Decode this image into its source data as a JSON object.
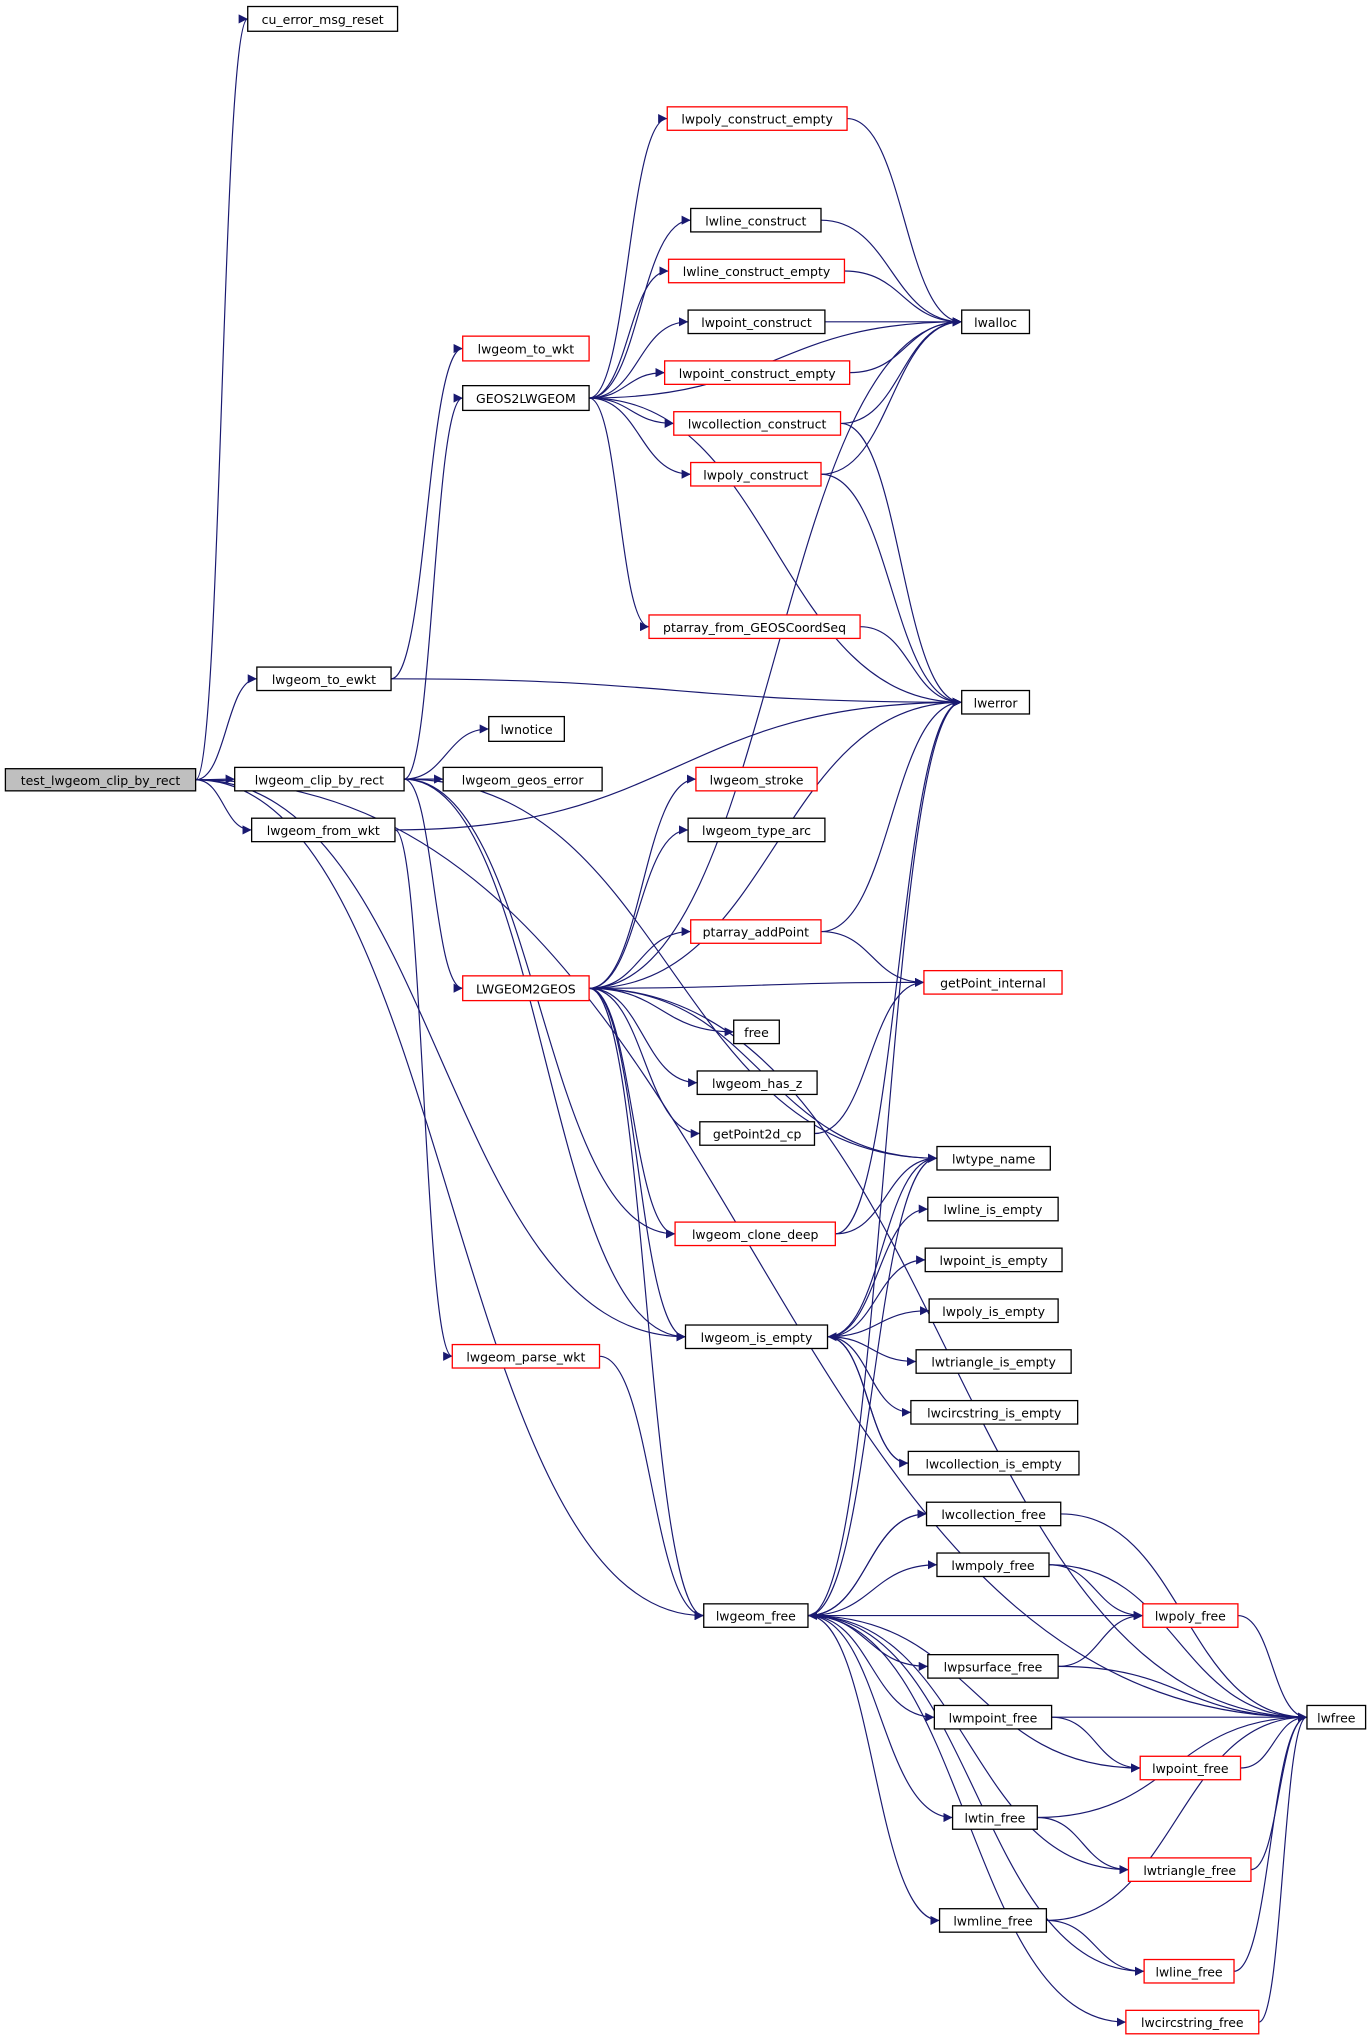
{
  "colors": {
    "edge": "#191970",
    "incomplete_border": "#ff0000",
    "root_fill": "#bfbfbf"
  },
  "nodes": [
    {
      "id": "test_lwgeom_clip_by_rect",
      "label": "test_lwgeom_clip_by_rect",
      "root": true
    },
    {
      "id": "cu_error_msg_reset",
      "label": "cu_error_msg_reset"
    },
    {
      "id": "lwgeom_to_ewkt",
      "label": "lwgeom_to_ewkt"
    },
    {
      "id": "lwgeom_clip_by_rect",
      "label": "lwgeom_clip_by_rect"
    },
    {
      "id": "lwgeom_from_wkt",
      "label": "lwgeom_from_wkt"
    },
    {
      "id": "lwgeom_to_wkt",
      "label": "lwgeom_to_wkt",
      "red": true
    },
    {
      "id": "GEOS2LWGEOM",
      "label": "GEOS2LWGEOM"
    },
    {
      "id": "lwnotice",
      "label": "lwnotice"
    },
    {
      "id": "lwgeom_geos_error",
      "label": "lwgeom_geos_error"
    },
    {
      "id": "LWGEOM2GEOS",
      "label": "LWGEOM2GEOS",
      "red": true
    },
    {
      "id": "lwgeom_parse_wkt",
      "label": "lwgeom_parse_wkt",
      "red": true
    },
    {
      "id": "lwpoly_construct_empty",
      "label": "lwpoly_construct_empty",
      "red": true
    },
    {
      "id": "lwline_construct",
      "label": "lwline_construct"
    },
    {
      "id": "lwline_construct_empty",
      "label": "lwline_construct_empty",
      "red": true
    },
    {
      "id": "lwpoint_construct",
      "label": "lwpoint_construct"
    },
    {
      "id": "lwpoint_construct_empty",
      "label": "lwpoint_construct_empty",
      "red": true
    },
    {
      "id": "lwcollection_construct",
      "label": "lwcollection_construct",
      "red": true
    },
    {
      "id": "lwpoly_construct",
      "label": "lwpoly_construct",
      "red": true
    },
    {
      "id": "ptarray_from_GEOSCoordSeq",
      "label": "ptarray_from_GEOSCoordSeq",
      "red": true
    },
    {
      "id": "lwgeom_stroke",
      "label": "lwgeom_stroke",
      "red": true
    },
    {
      "id": "lwgeom_type_arc",
      "label": "lwgeom_type_arc"
    },
    {
      "id": "ptarray_addPoint",
      "label": "ptarray_addPoint",
      "red": true
    },
    {
      "id": "free",
      "label": "free"
    },
    {
      "id": "lwgeom_has_z",
      "label": "lwgeom_has_z"
    },
    {
      "id": "getPoint2d_cp",
      "label": "getPoint2d_cp"
    },
    {
      "id": "lwgeom_clone_deep",
      "label": "lwgeom_clone_deep",
      "red": true
    },
    {
      "id": "lwgeom_is_empty",
      "label": "lwgeom_is_empty"
    },
    {
      "id": "lwgeom_free",
      "label": "lwgeom_free"
    },
    {
      "id": "lwalloc",
      "label": "lwalloc"
    },
    {
      "id": "lwerror",
      "label": "lwerror"
    },
    {
      "id": "getPoint_internal",
      "label": "getPoint_internal",
      "red": true
    },
    {
      "id": "lwtype_name",
      "label": "lwtype_name"
    },
    {
      "id": "lwline_is_empty",
      "label": "lwline_is_empty"
    },
    {
      "id": "lwpoint_is_empty",
      "label": "lwpoint_is_empty"
    },
    {
      "id": "lwpoly_is_empty",
      "label": "lwpoly_is_empty"
    },
    {
      "id": "lwtriangle_is_empty",
      "label": "lwtriangle_is_empty"
    },
    {
      "id": "lwcircstring_is_empty",
      "label": "lwcircstring_is_empty"
    },
    {
      "id": "lwcollection_is_empty",
      "label": "lwcollection_is_empty"
    },
    {
      "id": "lwcollection_free",
      "label": "lwcollection_free"
    },
    {
      "id": "lwmpoly_free",
      "label": "lwmpoly_free"
    },
    {
      "id": "lwpoly_free",
      "label": "lwpoly_free",
      "red": true
    },
    {
      "id": "lwpsurface_free",
      "label": "lwpsurface_free"
    },
    {
      "id": "lwfree",
      "label": "lwfree"
    },
    {
      "id": "lwmpoint_free",
      "label": "lwmpoint_free"
    },
    {
      "id": "lwpoint_free",
      "label": "lwpoint_free",
      "red": true
    },
    {
      "id": "lwtin_free",
      "label": "lwtin_free"
    },
    {
      "id": "lwtriangle_free",
      "label": "lwtriangle_free",
      "red": true
    },
    {
      "id": "lwmline_free",
      "label": "lwmline_free"
    },
    {
      "id": "lwline_free",
      "label": "lwline_free",
      "red": true
    },
    {
      "id": "lwcircstring_free",
      "label": "lwcircstring_free",
      "red": true
    }
  ],
  "edges": [
    [
      "test_lwgeom_clip_by_rect",
      "cu_error_msg_reset"
    ],
    [
      "test_lwgeom_clip_by_rect",
      "lwfree"
    ],
    [
      "test_lwgeom_clip_by_rect",
      "lwgeom_to_ewkt"
    ],
    [
      "test_lwgeom_clip_by_rect",
      "lwgeom_clip_by_rect"
    ],
    [
      "test_lwgeom_clip_by_rect",
      "lwgeom_from_wkt"
    ],
    [
      "test_lwgeom_clip_by_rect",
      "lwgeom_is_empty"
    ],
    [
      "test_lwgeom_clip_by_rect",
      "lwgeom_free"
    ],
    [
      "lwgeom_to_ewkt",
      "lwgeom_to_wkt"
    ],
    [
      "lwgeom_to_ewkt",
      "lwerror"
    ],
    [
      "lwgeom_clip_by_rect",
      "GEOS2LWGEOM"
    ],
    [
      "lwgeom_clip_by_rect",
      "lwnotice"
    ],
    [
      "lwgeom_clip_by_rect",
      "lwgeom_geos_error"
    ],
    [
      "lwgeom_clip_by_rect",
      "LWGEOM2GEOS"
    ],
    [
      "lwgeom_clip_by_rect",
      "lwgeom_is_empty"
    ],
    [
      "lwgeom_clip_by_rect",
      "lwgeom_clone_deep"
    ],
    [
      "lwgeom_clip_by_rect",
      "lwtype_name"
    ],
    [
      "lwgeom_from_wkt",
      "lwerror"
    ],
    [
      "lwgeom_from_wkt",
      "lwgeom_parse_wkt"
    ],
    [
      "lwgeom_parse_wkt",
      "lwgeom_free"
    ],
    [
      "GEOS2LWGEOM",
      "lwpoly_construct_empty"
    ],
    [
      "GEOS2LWGEOM",
      "lwalloc"
    ],
    [
      "GEOS2LWGEOM",
      "lwline_construct"
    ],
    [
      "GEOS2LWGEOM",
      "lwline_construct_empty"
    ],
    [
      "GEOS2LWGEOM",
      "lwpoint_construct"
    ],
    [
      "GEOS2LWGEOM",
      "lwpoint_construct_empty"
    ],
    [
      "GEOS2LWGEOM",
      "lwcollection_construct"
    ],
    [
      "GEOS2LWGEOM",
      "lwpoly_construct"
    ],
    [
      "GEOS2LWGEOM",
      "ptarray_from_GEOSCoordSeq"
    ],
    [
      "GEOS2LWGEOM",
      "lwerror"
    ],
    [
      "lwpoly_construct_empty",
      "lwalloc"
    ],
    [
      "lwline_construct",
      "lwalloc"
    ],
    [
      "lwline_construct_empty",
      "lwalloc"
    ],
    [
      "lwpoint_construct",
      "lwalloc"
    ],
    [
      "lwpoint_construct_empty",
      "lwalloc"
    ],
    [
      "lwcollection_construct",
      "lwalloc"
    ],
    [
      "lwpoly_construct",
      "lwalloc"
    ],
    [
      "lwcollection_construct",
      "lwerror"
    ],
    [
      "lwpoly_construct",
      "lwerror"
    ],
    [
      "ptarray_from_GEOSCoordSeq",
      "lwerror"
    ],
    [
      "LWGEOM2GEOS",
      "lwalloc"
    ],
    [
      "LWGEOM2GEOS",
      "lwerror"
    ],
    [
      "LWGEOM2GEOS",
      "lwgeom_stroke"
    ],
    [
      "LWGEOM2GEOS",
      "lwgeom_type_arc"
    ],
    [
      "LWGEOM2GEOS",
      "ptarray_addPoint"
    ],
    [
      "LWGEOM2GEOS",
      "getPoint_internal"
    ],
    [
      "LWGEOM2GEOS",
      "free"
    ],
    [
      "LWGEOM2GEOS",
      "lwgeom_has_z"
    ],
    [
      "LWGEOM2GEOS",
      "getPoint2d_cp"
    ],
    [
      "LWGEOM2GEOS",
      "lwfree"
    ],
    [
      "LWGEOM2GEOS",
      "lwtype_name"
    ],
    [
      "LWGEOM2GEOS",
      "lwgeom_clone_deep"
    ],
    [
      "LWGEOM2GEOS",
      "lwgeom_is_empty"
    ],
    [
      "LWGEOM2GEOS",
      "lwgeom_free"
    ],
    [
      "ptarray_addPoint",
      "lwerror"
    ],
    [
      "ptarray_addPoint",
      "getPoint_internal"
    ],
    [
      "getPoint2d_cp",
      "getPoint_internal"
    ],
    [
      "lwgeom_clone_deep",
      "lwerror"
    ],
    [
      "lwgeom_clone_deep",
      "lwtype_name"
    ],
    [
      "lwgeom_is_empty",
      "lwtype_name"
    ],
    [
      "lwgeom_is_empty",
      "lwline_is_empty"
    ],
    [
      "lwgeom_is_empty",
      "lwpoint_is_empty"
    ],
    [
      "lwgeom_is_empty",
      "lwpoly_is_empty"
    ],
    [
      "lwgeom_is_empty",
      "lwtriangle_is_empty"
    ],
    [
      "lwgeom_is_empty",
      "lwcircstring_is_empty"
    ],
    [
      "lwgeom_is_empty",
      "lwcollection_is_empty"
    ],
    [
      "lwcollection_is_empty",
      "lwgeom_is_empty"
    ],
    [
      "lwgeom_free",
      "lwerror"
    ],
    [
      "lwgeom_free",
      "lwtype_name"
    ],
    [
      "lwgeom_free",
      "lwcollection_free"
    ],
    [
      "lwgeom_free",
      "lwmpoly_free"
    ],
    [
      "lwgeom_free",
      "lwpoly_free"
    ],
    [
      "lwgeom_free",
      "lwpsurface_free"
    ],
    [
      "lwgeom_free",
      "lwmpoint_free"
    ],
    [
      "lwgeom_free",
      "lwpoint_free"
    ],
    [
      "lwgeom_free",
      "lwtin_free"
    ],
    [
      "lwgeom_free",
      "lwtriangle_free"
    ],
    [
      "lwgeom_free",
      "lwmline_free"
    ],
    [
      "lwgeom_free",
      "lwline_free"
    ],
    [
      "lwgeom_free",
      "lwcircstring_free"
    ],
    [
      "lwcollection_free",
      "lwgeom_free"
    ],
    [
      "lwcollection_free",
      "lwfree"
    ],
    [
      "lwmpoly_free",
      "lwpoly_free"
    ],
    [
      "lwmpoly_free",
      "lwfree"
    ],
    [
      "lwpsurface_free",
      "lwpoly_free"
    ],
    [
      "lwpsurface_free",
      "lwfree"
    ],
    [
      "lwmpoint_free",
      "lwfree"
    ],
    [
      "lwmpoint_free",
      "lwpoint_free"
    ],
    [
      "lwtin_free",
      "lwfree"
    ],
    [
      "lwtin_free",
      "lwtriangle_free"
    ],
    [
      "lwmline_free",
      "lwfree"
    ],
    [
      "lwmline_free",
      "lwline_free"
    ],
    [
      "lwpoly_free",
      "lwfree"
    ],
    [
      "lwpoint_free",
      "lwfree"
    ],
    [
      "lwtriangle_free",
      "lwfree"
    ],
    [
      "lwline_free",
      "lwfree"
    ],
    [
      "lwcircstring_free",
      "lwfree"
    ]
  ]
}
